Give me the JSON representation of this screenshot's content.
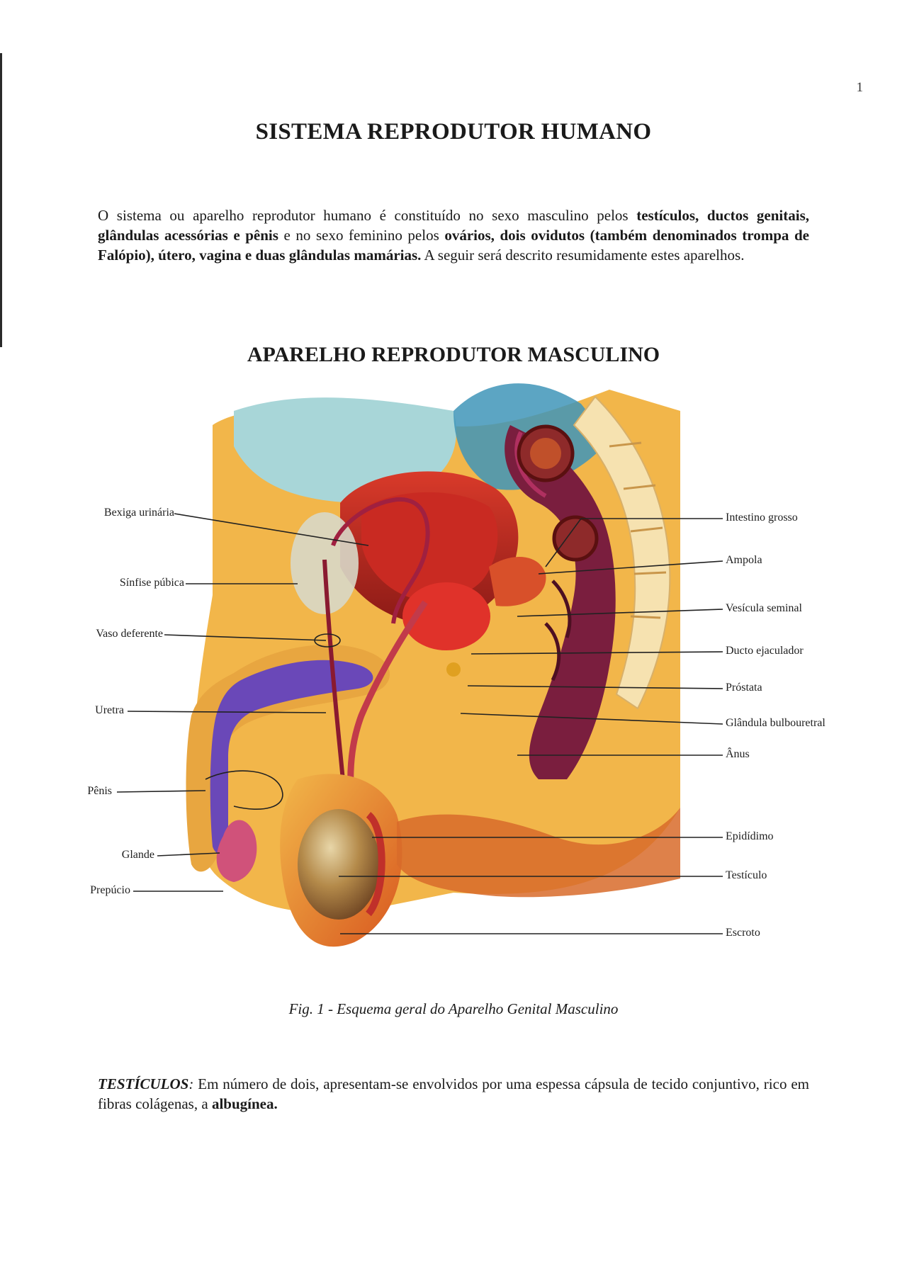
{
  "page_number": "1",
  "title": "SISTEMA REPRODUTOR HUMANO",
  "intro": {
    "t1": "O sistema ou aparelho reprodutor humano é constituído no sexo masculino pelos ",
    "b1": "testículos, ductos genitais, glândulas acessórias e pênis",
    "t2": " e no sexo feminino pelos ",
    "b2": "ovários, dois ovidutos (também denominados trompa de Falópio), útero, vagina e duas glândulas mamárias.",
    "t3": " A seguir será descrito resumidamente estes aparelhos."
  },
  "section_title": "APARELHO REPRODUTOR MASCULINO",
  "figure": {
    "labels_left": [
      "Bexiga urinária",
      "Sínfise púbica",
      "Vaso deferente",
      "Uretra",
      "Pênis",
      "Glande",
      "Prepúcio"
    ],
    "labels_right": [
      "Intestino grosso",
      "Ampola",
      "Vesícula seminal",
      "Ducto ejaculador",
      "Próstata",
      "Glândula bulbouretral",
      "Ânus",
      "Epidídimo",
      "Testículo",
      "Escroto"
    ],
    "caption": "Fig. 1 - Esquema geral do Aparelho Genital Masculino"
  },
  "testiculos": {
    "heading": "TESTÍCULOS",
    "colon": ":",
    "t1": " Em número de dois, apresentam-se envolvidos por uma espessa cápsula de tecido conjuntivo, rico em fibras colágenas, a ",
    "b1": "albugínea."
  }
}
